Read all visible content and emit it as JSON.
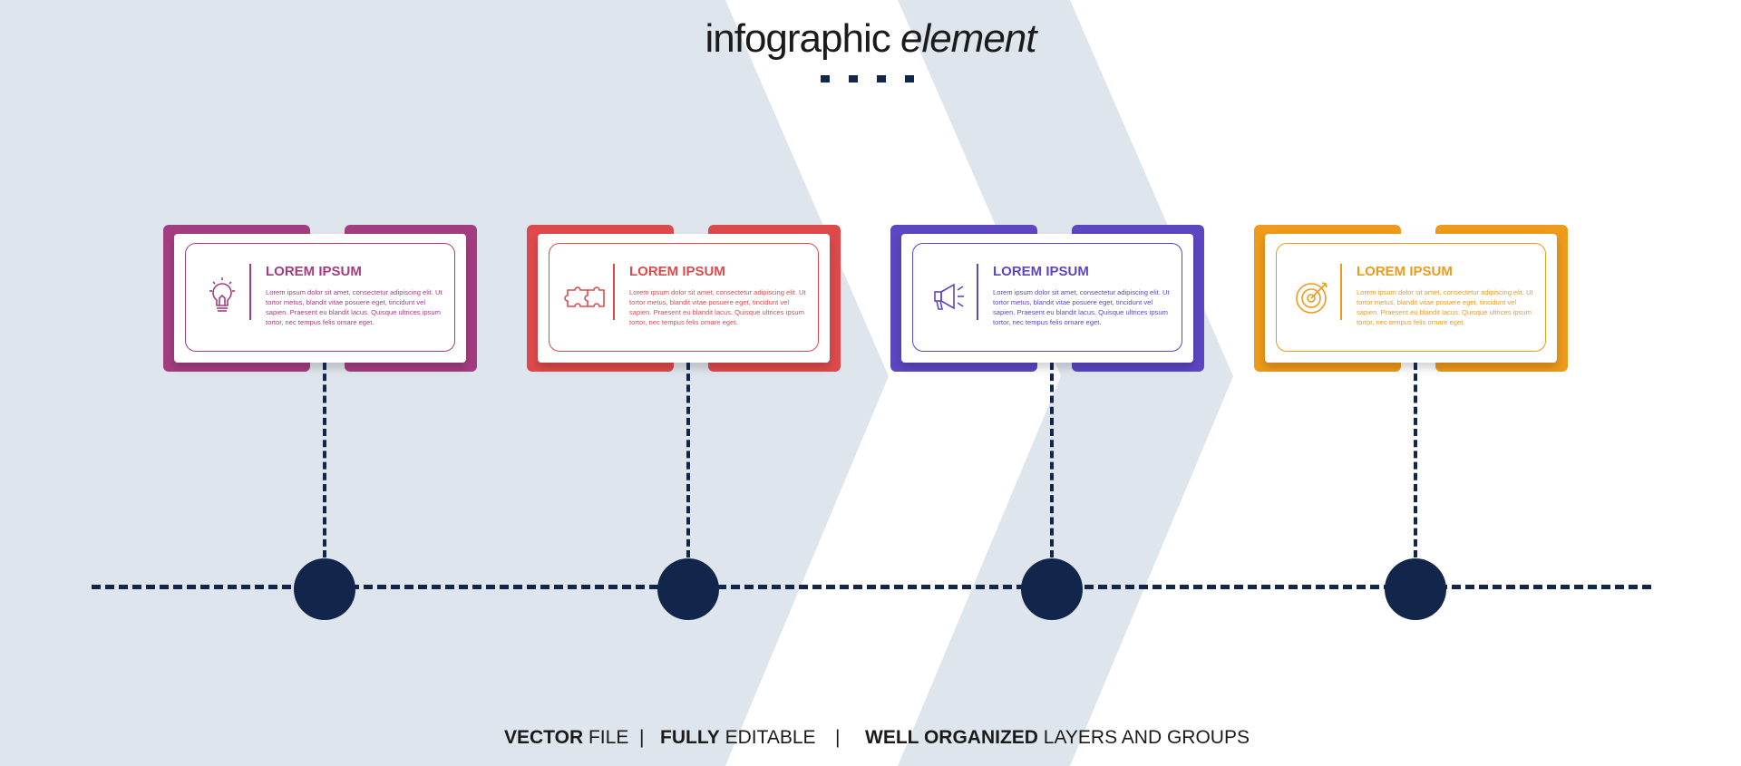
{
  "title": {
    "bold": "infographic",
    "italic": "element"
  },
  "steps": [
    {
      "heading": "LOREM IPSUM",
      "text": "Lorem ipsum dolor sit amet, consectetur adipiscing elit. Ut tortor metus, blandit vitae posuere eget, tincidunt vel sapien. Praesent eu blandit lacus. Quisque ultrices ipsum tortor, nec tempus felis ornare eget.",
      "color": "#a33d80",
      "icon": "lightbulb-icon"
    },
    {
      "heading": "LOREM IPSUM",
      "text": "Lorem ipsum dolor sit amet, consectetur adipiscing elit. Ut tortor metus, blandit vitae posuere eget, tincidunt vel sapien. Praesent eu blandit lacus. Quisque ultrices ipsum tortor, nec tempus felis ornare eget.",
      "color": "#de4a4c",
      "icon": "puzzle-icon"
    },
    {
      "heading": "LOREM IPSUM",
      "text": "Lorem ipsum dolor sit amet, consectetur adipiscing elit. Ut tortor metus, blandit vitae posuere eget, tincidunt vel sapien. Praesent eu blandit lacus. Quisque ultrices ipsum tortor, nec tempus felis ornare eget.",
      "color": "#5d46c2",
      "icon": "megaphone-icon"
    },
    {
      "heading": "LOREM IPSUM",
      "text": "Lorem ipsum dolor sit amet, consectetur adipiscing elit. Ut tortor metus, blandit vitae posuere eget, tincidunt vel sapien. Praesent eu blandit lacus. Quisque ultrices ipsum tortor, nec tempus felis ornare eget.",
      "color": "#ee9a1b",
      "icon": "target-icon"
    }
  ],
  "footer": {
    "part1_bold": "VECTOR",
    "part1_rest": " FILE",
    "sep1": "|",
    "part2_bold": "FULLY",
    "part2_rest": " EDITABLE",
    "sep2": "|",
    "part3_bold": "WELL ORGANIZED",
    "part3_rest": " LAYERS AND GROUPS"
  },
  "colors": {
    "background": "#dfe5ed",
    "arrow_white": "#ffffff",
    "timeline": "#12254a"
  }
}
